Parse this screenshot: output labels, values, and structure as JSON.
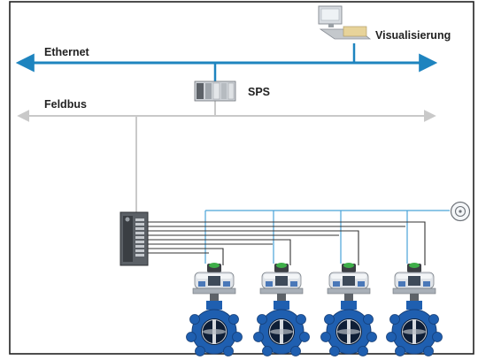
{
  "labels": {
    "ethernet": "Ethernet",
    "feldbus": "Feldbus",
    "sps": "SPS",
    "visualisierung": "Visualisierung"
  },
  "colors": {
    "ethernet_line": "#1e84bf",
    "feldbus_line": "#c9c9c9",
    "io_wires": "#333333",
    "sensor_wires": "#4aa3d8",
    "valve_body": "#1f5fb0",
    "frame": "#222222"
  },
  "icons": {
    "visualisierung": "computer-workstation-icon",
    "sps": "plc-rack-icon",
    "io_module": "io-terminal-block-icon",
    "sensor": "proximity-sensor-icon",
    "valve": "butterfly-valve-actuator-icon"
  },
  "valves": [
    {
      "id": "valve-1"
    },
    {
      "id": "valve-2"
    },
    {
      "id": "valve-3"
    },
    {
      "id": "valve-4"
    }
  ]
}
